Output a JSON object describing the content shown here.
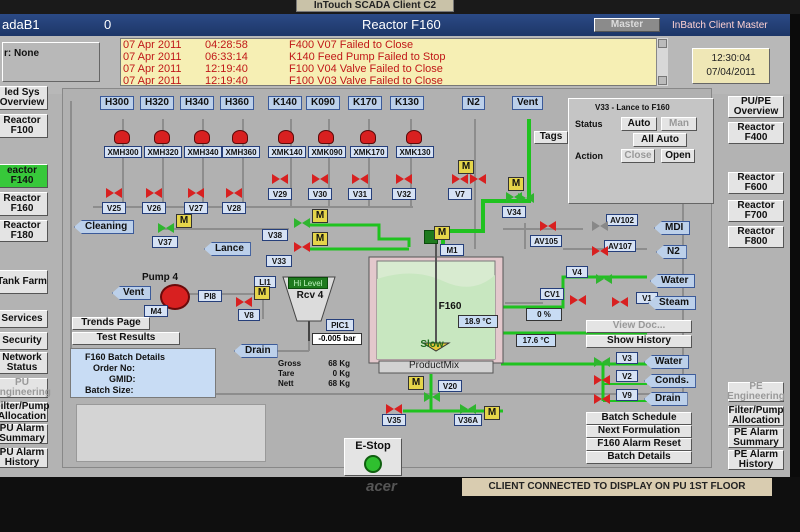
{
  "window": {
    "app_title": "InTouch SCADA Client C2",
    "tab_left": "adaB1",
    "tab_number": "0",
    "title": "Reactor F160",
    "master_button": "Master",
    "client_title": "InBatch Client Master"
  },
  "header": {
    "user_label": "r: None",
    "time": "12:30:04",
    "date": "07/04/2011"
  },
  "alarms": [
    {
      "date": "07 Apr 2011",
      "time": "04:28:58",
      "text": "F400 V07 Failed to Close"
    },
    {
      "date": "07 Apr 2011",
      "time": "06:33:14",
      "text": "K140 Feed Pump Failed to Stop"
    },
    {
      "date": "07 Apr 2011",
      "time": "12:19:40",
      "text": "F100 V04 Valve Failed to Close"
    },
    {
      "date": "07 Apr 2011",
      "time": "12:19:40",
      "text": "F100 V03 Valve Failed to Close"
    }
  ],
  "left_nav": {
    "items": [
      {
        "label": "led Sys Overview"
      },
      {
        "label": "Reactor F100"
      },
      {
        "label": "eactor F140",
        "active": true
      },
      {
        "label": "Reactor F160"
      },
      {
        "label": "Reactor F180"
      },
      {
        "label": "Tank Farm"
      },
      {
        "label": "Services"
      },
      {
        "label": "Security"
      },
      {
        "label": "Network Status"
      },
      {
        "label": "PU Engineering",
        "disabled": true
      },
      {
        "label": "Filter/Pump Allocation"
      },
      {
        "label": "PU Alarm Summary"
      },
      {
        "label": "PU Alarm History"
      }
    ]
  },
  "right_nav": {
    "items": [
      {
        "label": "PU/PE Overview"
      },
      {
        "label": "Reactor F400"
      },
      {
        "label": "Reactor F600"
      },
      {
        "label": "Reactor F700"
      },
      {
        "label": "Reactor F800"
      },
      {
        "label": "PE Engineering",
        "disabled": true
      },
      {
        "label": "Filter/Pump Allocation"
      },
      {
        "label": "PE Alarm Summary"
      },
      {
        "label": "PE Alarm History"
      }
    ]
  },
  "feeds": {
    "tanks": [
      "H300",
      "H320",
      "H340",
      "H360",
      "K140",
      "K090",
      "K170",
      "K130",
      "N2",
      "Vent"
    ],
    "meters": [
      "XMH300",
      "XMH320",
      "XMH340",
      "XMH360",
      "XMK140",
      "XMK090",
      "XMK170",
      "XMK130"
    ],
    "valves": [
      "V25",
      "V26",
      "V27",
      "V28",
      "V29",
      "V30",
      "V31",
      "V32",
      "V7",
      "V34"
    ]
  },
  "lance_panel": {
    "title": "V33 - Lance to F160",
    "status_label": "Status",
    "action_label": "Action",
    "auto": "Auto",
    "man": "Man",
    "all_auto": "All Auto",
    "close": "Close",
    "open": "Open",
    "tags": "Tags"
  },
  "process": {
    "cleaning": "Cleaning",
    "lance": "Lance",
    "vent": "Vent",
    "drain": "Drain",
    "pump": "Pump 4",
    "v37": "V37",
    "v38": "V38",
    "v33": "V33",
    "v8": "V8",
    "m4": "M4",
    "pi8": "PI8",
    "li1": "LI1",
    "hi_level": "Hi Level",
    "rcv": "Rcv 4",
    "pic1": "PIC1",
    "pressure": "-0.005 bar",
    "gross_label": "Gross",
    "gross": "68 Kg",
    "tare_label": "Tare",
    "tare": "0 Kg",
    "nett_label": "Nett",
    "nett": "68 Kg",
    "m1": "M1",
    "reactor_name": "F160",
    "agitator": "Slow",
    "temp1": "18.9 °C",
    "temp2": "17.6 °C",
    "cv1": "CV1",
    "cv1_pct": "0 %",
    "product": "ProductMix",
    "v20": "V20",
    "v35": "V35",
    "v36a": "V36A",
    "av102": "AV102",
    "av105": "AV105",
    "av107": "AV107",
    "mdi": "MDI",
    "n2": "N2",
    "v4": "V4",
    "v1": "V1",
    "v3": "V3",
    "v2": "V2",
    "v9": "V9",
    "water": "Water",
    "steam": "Steam",
    "water2": "Water",
    "conds": "Conds.",
    "drain2": "Drain"
  },
  "actions": {
    "trends": "Trends Page",
    "test_results": "Test Results",
    "view_doc": "View Doc...",
    "show_history": "Show History",
    "batch_schedule": "Batch Schedule",
    "next_formulation": "Next Formulation",
    "alarm_reset": "F160 Alarm Reset",
    "batch_details": "Batch Details",
    "estop": "E-Stop"
  },
  "batch": {
    "title": "F160 Batch Details",
    "order_no": "Order No:",
    "gmid": "GMID:",
    "batch_size": "Batch Size:"
  },
  "bezel": {
    "brand": "acer",
    "status": "CLIENT CONNECTED TO DISPLAY ON PU 1ST FLOOR"
  },
  "colors": {
    "pipe": "#1fc21f",
    "valve_red": "#d82020",
    "alarm_text": "#c01818",
    "title_bar": "#1d3667"
  }
}
